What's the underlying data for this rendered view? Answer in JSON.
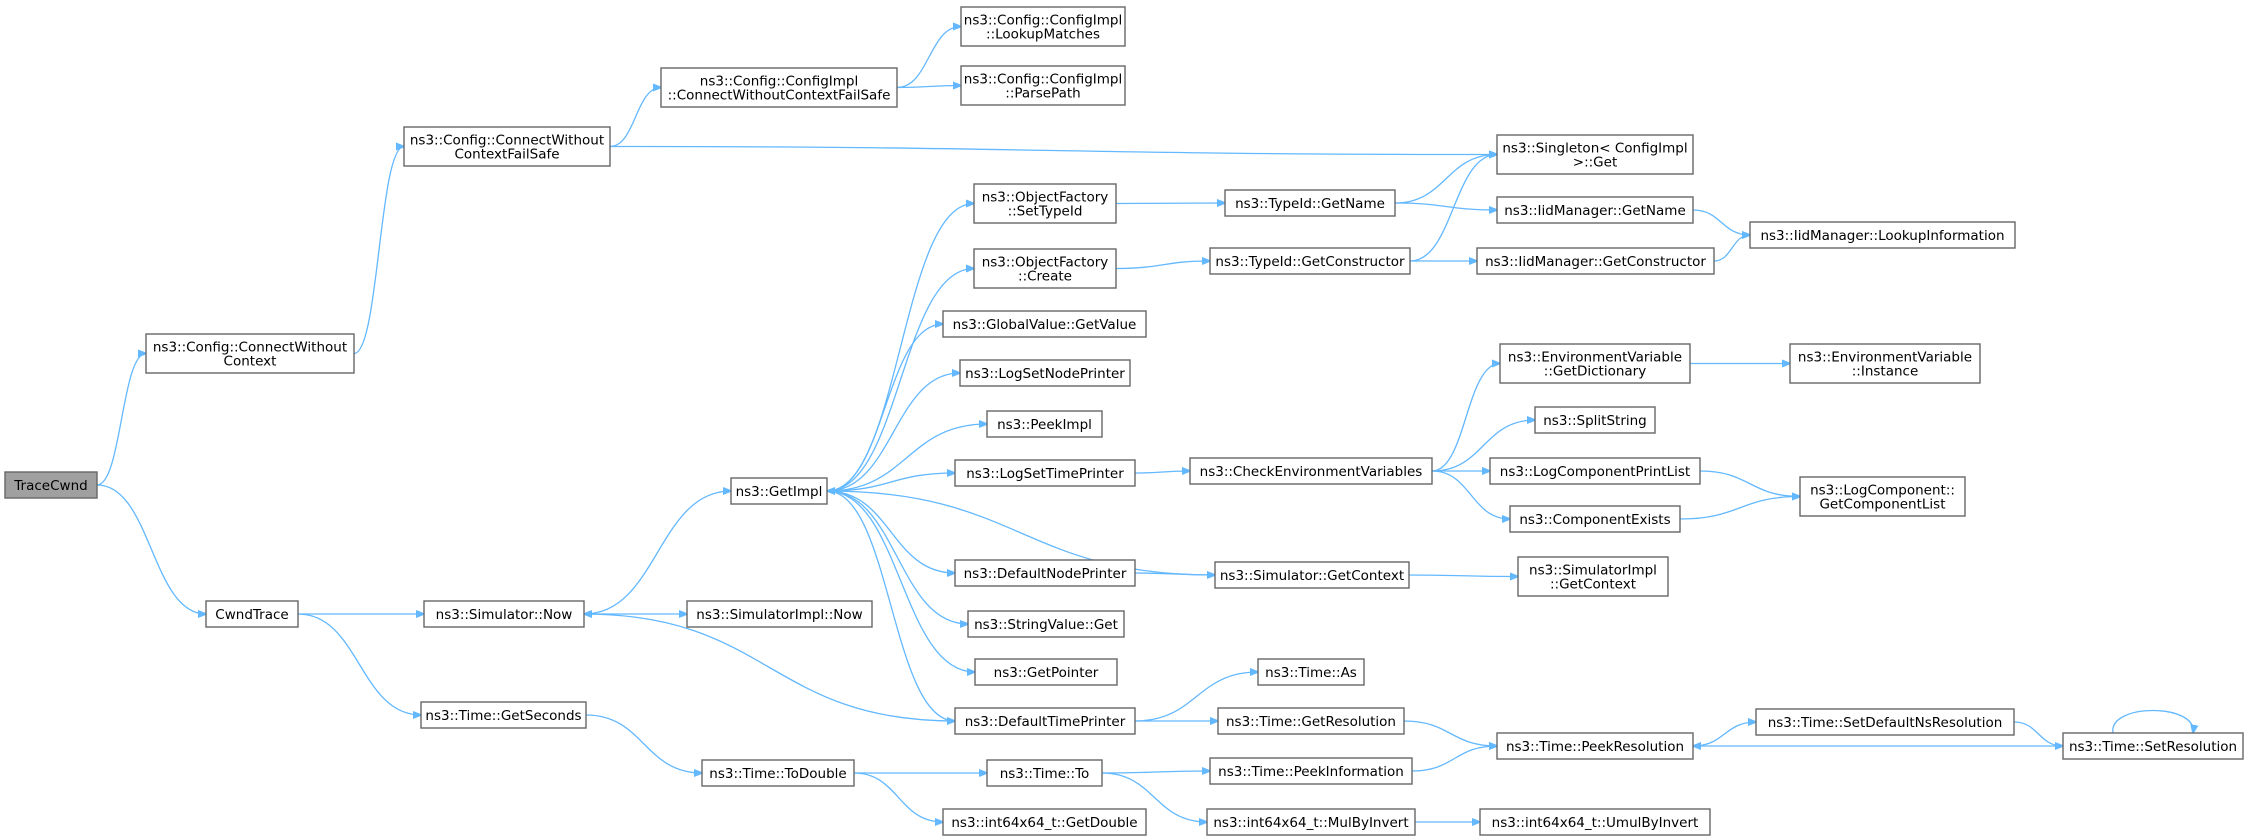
{
  "diagram": {
    "type": "call-graph",
    "colors": {
      "edge": "#63b8ff",
      "node_border": "#666666",
      "root_fill": "#a0a0a0",
      "node_fill": "#ffffff"
    },
    "nodes": [
      {
        "id": "tracecwnd",
        "lines": [
          "TraceCwnd"
        ],
        "root": true
      },
      {
        "id": "connectwithoutcontext",
        "lines": [
          "ns3::Config::ConnectWithout",
          "Context"
        ]
      },
      {
        "id": "cwndtrace",
        "lines": [
          "CwndTrace"
        ]
      },
      {
        "id": "connectwithoutcontextfailsafe",
        "lines": [
          "ns3::Config::ConnectWithout",
          "ContextFailSafe"
        ]
      },
      {
        "id": "simulator-now",
        "lines": [
          "ns3::Simulator::Now"
        ]
      },
      {
        "id": "time-getseconds",
        "lines": [
          "ns3::Time::GetSeconds"
        ]
      },
      {
        "id": "configimpl-connect",
        "lines": [
          "ns3::Config::ConfigImpl",
          "::ConnectWithoutContextFailSafe"
        ]
      },
      {
        "id": "getimpl",
        "lines": [
          "ns3::GetImpl"
        ]
      },
      {
        "id": "simulatorimpl-now",
        "lines": [
          "ns3::SimulatorImpl::Now"
        ]
      },
      {
        "id": "time-todouble",
        "lines": [
          "ns3::Time::ToDouble"
        ]
      },
      {
        "id": "configimpl-lookupmatches",
        "lines": [
          "ns3::Config::ConfigImpl",
          "::LookupMatches"
        ]
      },
      {
        "id": "configimpl-parsepath",
        "lines": [
          "ns3::Config::ConfigImpl",
          "::ParsePath"
        ]
      },
      {
        "id": "objectfactory-settypeid",
        "lines": [
          "ns3::ObjectFactory",
          "::SetTypeId"
        ]
      },
      {
        "id": "objectfactory-create",
        "lines": [
          "ns3::ObjectFactory",
          "::Create"
        ]
      },
      {
        "id": "globalvalue-getvalue",
        "lines": [
          "ns3::GlobalValue::GetValue"
        ]
      },
      {
        "id": "logsetnodeprinter",
        "lines": [
          "ns3::LogSetNodePrinter"
        ]
      },
      {
        "id": "peekimpl",
        "lines": [
          "ns3::PeekImpl"
        ]
      },
      {
        "id": "logsettimeprinter",
        "lines": [
          "ns3::LogSetTimePrinter"
        ]
      },
      {
        "id": "defaultnodeprinter",
        "lines": [
          "ns3::DefaultNodePrinter"
        ]
      },
      {
        "id": "stringvalue-get",
        "lines": [
          "ns3::StringValue::Get"
        ]
      },
      {
        "id": "getpointer",
        "lines": [
          "ns3::GetPointer"
        ]
      },
      {
        "id": "defaulttimeprinter",
        "lines": [
          "ns3::DefaultTimePrinter"
        ]
      },
      {
        "id": "time-to",
        "lines": [
          "ns3::Time::To"
        ]
      },
      {
        "id": "int64x64-getdouble",
        "lines": [
          "ns3::int64x64_t::GetDouble"
        ]
      },
      {
        "id": "typeid-getname",
        "lines": [
          "ns3::TypeId::GetName"
        ]
      },
      {
        "id": "typeid-getconstructor",
        "lines": [
          "ns3::TypeId::GetConstructor"
        ]
      },
      {
        "id": "checkenvironmentvariables",
        "lines": [
          "ns3::CheckEnvironmentVariables"
        ]
      },
      {
        "id": "simulator-getcontext",
        "lines": [
          "ns3::Simulator::GetContext"
        ]
      },
      {
        "id": "time-as",
        "lines": [
          "ns3::Time::As"
        ]
      },
      {
        "id": "time-getresolution",
        "lines": [
          "ns3::Time::GetResolution"
        ]
      },
      {
        "id": "time-peekinformation",
        "lines": [
          "ns3::Time::PeekInformation"
        ]
      },
      {
        "id": "int64x64-mulbyinvert",
        "lines": [
          "ns3::int64x64_t::MulByInvert"
        ]
      },
      {
        "id": "singleton-get",
        "lines": [
          "ns3::Singleton< ConfigImpl",
          " >::Get"
        ]
      },
      {
        "id": "iidmanager-getname",
        "lines": [
          "ns3::IidManager::GetName"
        ]
      },
      {
        "id": "iidmanager-getconstructor",
        "lines": [
          "ns3::IidManager::GetConstructor"
        ]
      },
      {
        "id": "environmentvariable-getdictionary",
        "lines": [
          "ns3::EnvironmentVariable",
          "::GetDictionary"
        ]
      },
      {
        "id": "splitstring",
        "lines": [
          "ns3::SplitString"
        ]
      },
      {
        "id": "logcomponentprintlist",
        "lines": [
          "ns3::LogComponentPrintList"
        ]
      },
      {
        "id": "componentexists",
        "lines": [
          "ns3::ComponentExists"
        ]
      },
      {
        "id": "simulatorimpl-getcontext",
        "lines": [
          "ns3::SimulatorImpl",
          "::GetContext"
        ]
      },
      {
        "id": "time-peekresolution",
        "lines": [
          "ns3::Time::PeekResolution"
        ]
      },
      {
        "id": "int64x64-umulbyinvert",
        "lines": [
          "ns3::int64x64_t::UmulByInvert"
        ]
      },
      {
        "id": "iidmanager-lookupinformation",
        "lines": [
          "ns3::IidManager::LookupInformation"
        ]
      },
      {
        "id": "environmentvariable-instance",
        "lines": [
          "ns3::EnvironmentVariable",
          "::Instance"
        ]
      },
      {
        "id": "logcomponent-getcomponentlist",
        "lines": [
          "ns3::LogComponent::",
          "GetComponentList"
        ]
      },
      {
        "id": "time-setdefaultnsresolution",
        "lines": [
          "ns3::Time::SetDefaultNsResolution"
        ]
      },
      {
        "id": "time-setresolution",
        "lines": [
          "ns3::Time::SetResolution"
        ]
      }
    ],
    "edges": [
      [
        "tracecwnd",
        "connectwithoutcontext"
      ],
      [
        "tracecwnd",
        "cwndtrace"
      ],
      [
        "connectwithoutcontext",
        "connectwithoutcontextfailsafe"
      ],
      [
        "connectwithoutcontextfailsafe",
        "configimpl-connect"
      ],
      [
        "connectwithoutcontextfailsafe",
        "singleton-get"
      ],
      [
        "configimpl-connect",
        "configimpl-lookupmatches"
      ],
      [
        "configimpl-connect",
        "configimpl-parsepath"
      ],
      [
        "cwndtrace",
        "simulator-now"
      ],
      [
        "cwndtrace",
        "time-getseconds"
      ],
      [
        "simulator-now",
        "getimpl"
      ],
      [
        "simulator-now",
        "simulatorimpl-now"
      ],
      [
        "time-getseconds",
        "time-todouble"
      ],
      [
        "time-todouble",
        "time-to"
      ],
      [
        "time-todouble",
        "int64x64-getdouble"
      ],
      [
        "getimpl",
        "objectfactory-settypeid"
      ],
      [
        "getimpl",
        "objectfactory-create"
      ],
      [
        "getimpl",
        "globalvalue-getvalue"
      ],
      [
        "getimpl",
        "logsetnodeprinter"
      ],
      [
        "getimpl",
        "peekimpl"
      ],
      [
        "getimpl",
        "logsettimeprinter"
      ],
      [
        "getimpl",
        "defaultnodeprinter"
      ],
      [
        "getimpl",
        "stringvalue-get"
      ],
      [
        "getimpl",
        "getpointer"
      ],
      [
        "getimpl",
        "defaulttimeprinter"
      ],
      [
        "objectfactory-settypeid",
        "typeid-getname"
      ],
      [
        "objectfactory-create",
        "typeid-getconstructor"
      ],
      [
        "typeid-getname",
        "singleton-get"
      ],
      [
        "typeid-getname",
        "iidmanager-getname"
      ],
      [
        "typeid-getconstructor",
        "singleton-get"
      ],
      [
        "typeid-getconstructor",
        "iidmanager-getconstructor"
      ],
      [
        "iidmanager-getname",
        "iidmanager-lookupinformation"
      ],
      [
        "iidmanager-getconstructor",
        "iidmanager-lookupinformation"
      ],
      [
        "logsettimeprinter",
        "checkenvironmentvariables"
      ],
      [
        "checkenvironmentvariables",
        "environmentvariable-getdictionary"
      ],
      [
        "checkenvironmentvariables",
        "splitstring"
      ],
      [
        "checkenvironmentvariables",
        "logcomponentprintlist"
      ],
      [
        "checkenvironmentvariables",
        "componentexists"
      ],
      [
        "environmentvariable-getdictionary",
        "environmentvariable-instance"
      ],
      [
        "logcomponentprintlist",
        "logcomponent-getcomponentlist"
      ],
      [
        "componentexists",
        "logcomponent-getcomponentlist"
      ],
      [
        "defaultnodeprinter",
        "simulator-getcontext"
      ],
      [
        "simulator-getcontext",
        "getimpl"
      ],
      [
        "simulator-getcontext",
        "simulatorimpl-getcontext"
      ],
      [
        "defaulttimeprinter",
        "simulator-now"
      ],
      [
        "defaulttimeprinter",
        "time-as"
      ],
      [
        "defaulttimeprinter",
        "time-getresolution"
      ],
      [
        "time-getresolution",
        "time-peekresolution"
      ],
      [
        "time-to",
        "time-peekinformation"
      ],
      [
        "time-to",
        "int64x64-mulbyinvert"
      ],
      [
        "time-peekinformation",
        "time-peekresolution"
      ],
      [
        "int64x64-mulbyinvert",
        "int64x64-umulbyinvert"
      ],
      [
        "time-peekresolution",
        "time-setdefaultnsresolution"
      ],
      [
        "time-setdefaultnsresolution",
        "time-setresolution"
      ],
      [
        "time-setresolution",
        "time-peekresolution"
      ],
      [
        "time-setresolution",
        "time-setresolution"
      ]
    ]
  }
}
